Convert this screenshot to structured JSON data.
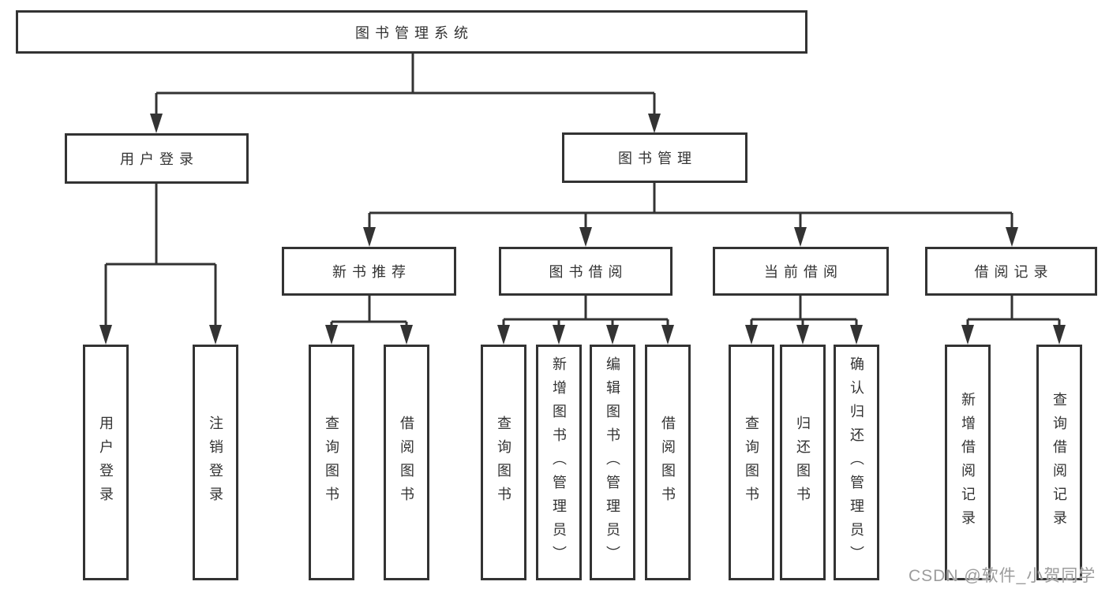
{
  "diagram": {
    "title": "图书管理系统",
    "nodes": {
      "root": "图书管理系统",
      "user_login": "用户登录",
      "book_mgmt": "图书管理",
      "new_books": "新书推荐",
      "book_borrow": "图书借阅",
      "current_borrow": "当前借阅",
      "borrow_records": "借阅记录",
      "leaf_user_login": "用户登录",
      "leaf_logout": "注销登录",
      "leaf_nb_query": "查询图书",
      "leaf_nb_borrow": "借阅图书",
      "leaf_bb_query": "查询图书",
      "leaf_bb_add": "新增图书（管理员）",
      "leaf_bb_edit": "编辑图书（管理员）",
      "leaf_bb_borrow": "借阅图书",
      "leaf_cb_query": "查询图书",
      "leaf_cb_return": "归还图书",
      "leaf_cb_confirm": "确认归还（管理员）",
      "leaf_br_add": "新增借阅记录",
      "leaf_br_query": "查询借阅记录"
    }
  },
  "watermark": "CSDN @软件_小贺同学",
  "colors": {
    "line": "#333333",
    "text": "#333333",
    "watermark": "#9c9c9c",
    "background": "#ffffff"
  }
}
